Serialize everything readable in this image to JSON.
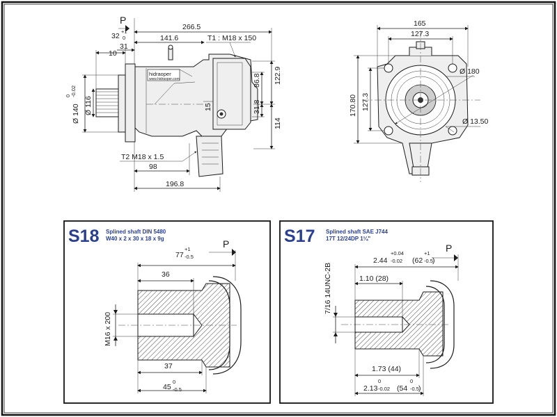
{
  "top": {
    "side_view": {
      "datum": "P",
      "dim_overall": "266.5",
      "dim_32": "32",
      "dim_32_tol_upper": "+1",
      "dim_32_tol_lower": "0",
      "dim_141": "141.6",
      "port_t1": "T1 : M18 x 150",
      "dim_10": "10",
      "dim_31": "31",
      "dim_1229": "122.9",
      "dim_868": "86.8",
      "dim_15": "15",
      "dim_318": "31.8",
      "dim_114": "114",
      "dim_140": "Ø 140",
      "dim_140_tol_upper": "0",
      "dim_140_tol_lower": "-0.02",
      "dim_116": "Ø 116",
      "port_t2": "T2   M18 x 1.5",
      "dim_98": "98",
      "dim_1968": "196.8",
      "brand": "hidraoper",
      "brand_url": "www.hidraoper.com"
    },
    "front_view": {
      "dim_165": "165",
      "dim_1273_top": "127.3",
      "dim_180": "Ø 180",
      "dim_17080": "170.80",
      "dim_1273_side": "127.3",
      "dim_1350": "Ø 13.50"
    }
  },
  "s18": {
    "code": "S18",
    "line1": "Splined shaft DIN 5480",
    "line2": "W40 x 2 x 30 x 18 x 9g",
    "datum": "P",
    "dim_77": "77",
    "dim_77_tol_upper": "+1",
    "dim_77_tol_lower": "-0.5",
    "dim_36": "36",
    "thread": "M16 x 200",
    "dim_37": "37",
    "dim_45": "45",
    "dim_45_tol_upper": "0",
    "dim_45_tol_lower": "-0.5"
  },
  "s17": {
    "code": "S17",
    "line1": "Splined shaft SAE J744",
    "line2": "17T 12/24DP 1¼\"",
    "datum": "P",
    "dim_244": "2.44",
    "dim_244_tol_upper": "+0.04",
    "dim_244_tol_lower": "-0.02",
    "dim_62": "(62",
    "dim_62_tol_upper": "+1",
    "dim_62_tol_lower": "-0.5",
    "dim_62_close": ")",
    "dim_110": "1.10 (28)",
    "thread": "7/16 14UNC-2B",
    "dim_173": "1.73 (44)",
    "dim_213": "2.13",
    "dim_213_tol_upper": "0",
    "dim_213_tol_lower": "-0.02",
    "dim_54": "(54",
    "dim_54_tol_upper": "0",
    "dim_54_tol_lower": "-0.5",
    "dim_54_close": ")"
  }
}
